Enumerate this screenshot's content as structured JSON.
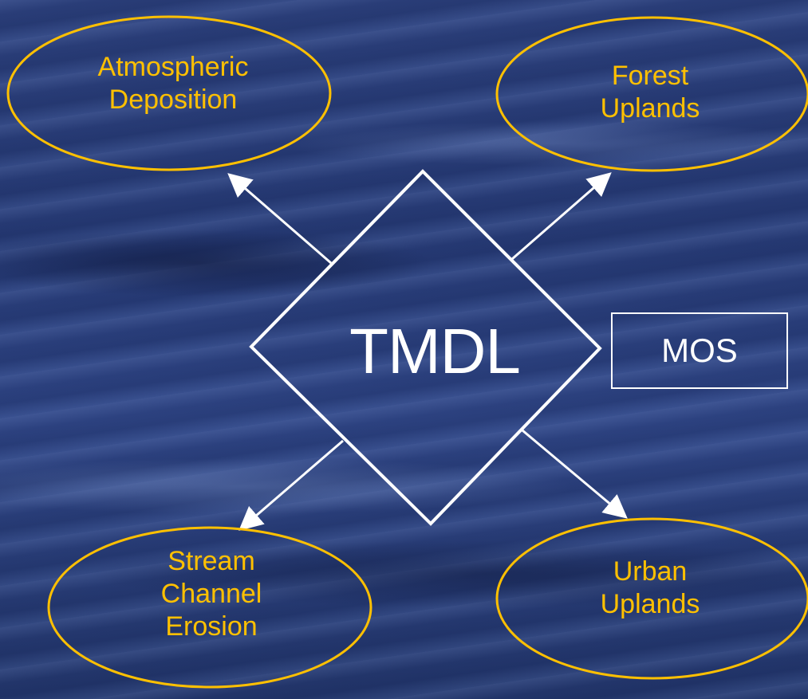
{
  "center": {
    "label": "TMDL"
  },
  "side_box": {
    "label": "MOS"
  },
  "sources": [
    {
      "line1": "Atmospheric",
      "line2": "Deposition",
      "line3": ""
    },
    {
      "line1": "Forest",
      "line2": "Uplands",
      "line3": ""
    },
    {
      "line1": "Stream",
      "line2": "Channel",
      "line3": "Erosion"
    },
    {
      "line1": "Urban",
      "line2": "Uplands",
      "line3": ""
    }
  ],
  "colors": {
    "ellipse_stroke": "#ffc000",
    "label_text": "#ffc000",
    "lines": "#ffffff",
    "background": "#2a3d78"
  }
}
